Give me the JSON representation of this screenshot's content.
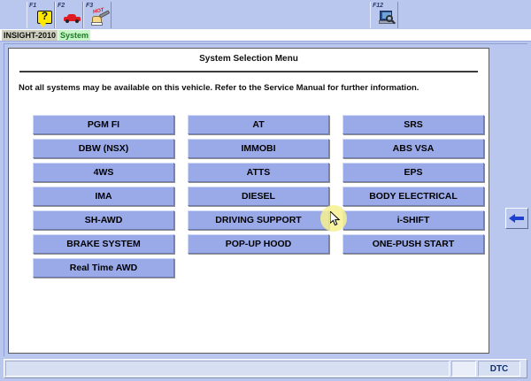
{
  "toolbar": {
    "buttons": [
      {
        "key": "F1",
        "icon": "help-question-icon",
        "name": "help"
      },
      {
        "key": "F2",
        "icon": "car-icon",
        "name": "vehicle"
      },
      {
        "key": "F3",
        "icon": "tools-hand-icon",
        "name": "service"
      },
      {
        "key": "F12",
        "icon": "computer-search-icon",
        "name": "system-search"
      }
    ]
  },
  "titlebar": {
    "model": "INSIGHT-2010",
    "mode": "System"
  },
  "panel": {
    "title": "System Selection Menu",
    "notice": "Not all systems may be available on this vehicle. Refer to the Service Manual for further information."
  },
  "systems": {
    "columns": [
      {
        "items": [
          {
            "label": "PGM FI"
          },
          {
            "label": "DBW (NSX)"
          },
          {
            "label": "4WS"
          },
          {
            "label": "IMA"
          },
          {
            "label": "SH-AWD"
          },
          {
            "label": "BRAKE SYSTEM"
          },
          {
            "label": "Real Time AWD"
          }
        ]
      },
      {
        "items": [
          {
            "label": "AT"
          },
          {
            "label": "IMMOBI"
          },
          {
            "label": "ATTS"
          },
          {
            "label": "DIESEL"
          },
          {
            "label": "DRIVING SUPPORT"
          },
          {
            "label": "POP-UP HOOD"
          }
        ]
      },
      {
        "items": [
          {
            "label": "SRS"
          },
          {
            "label": "ABS VSA"
          },
          {
            "label": "EPS"
          },
          {
            "label": "BODY ELECTRICAL"
          },
          {
            "label": "i-SHIFT"
          },
          {
            "label": "ONE-PUSH START"
          }
        ]
      }
    ]
  },
  "navigation": {
    "back_icon": "back-arrow-icon"
  },
  "statusbar": {
    "message": "",
    "small_field": "",
    "dtc_label": "DTC"
  },
  "colors": {
    "window_background": "#b9c6ee",
    "button_face": "#9aaae8",
    "panel_background": "#ffffff",
    "accent_arrow": "#1d3fcf",
    "mode_chip": "#c6f5c6",
    "model_chip": "#cfcfc0",
    "cursor_halo": "#f7f18f",
    "dtc_text": "#12306e"
  }
}
